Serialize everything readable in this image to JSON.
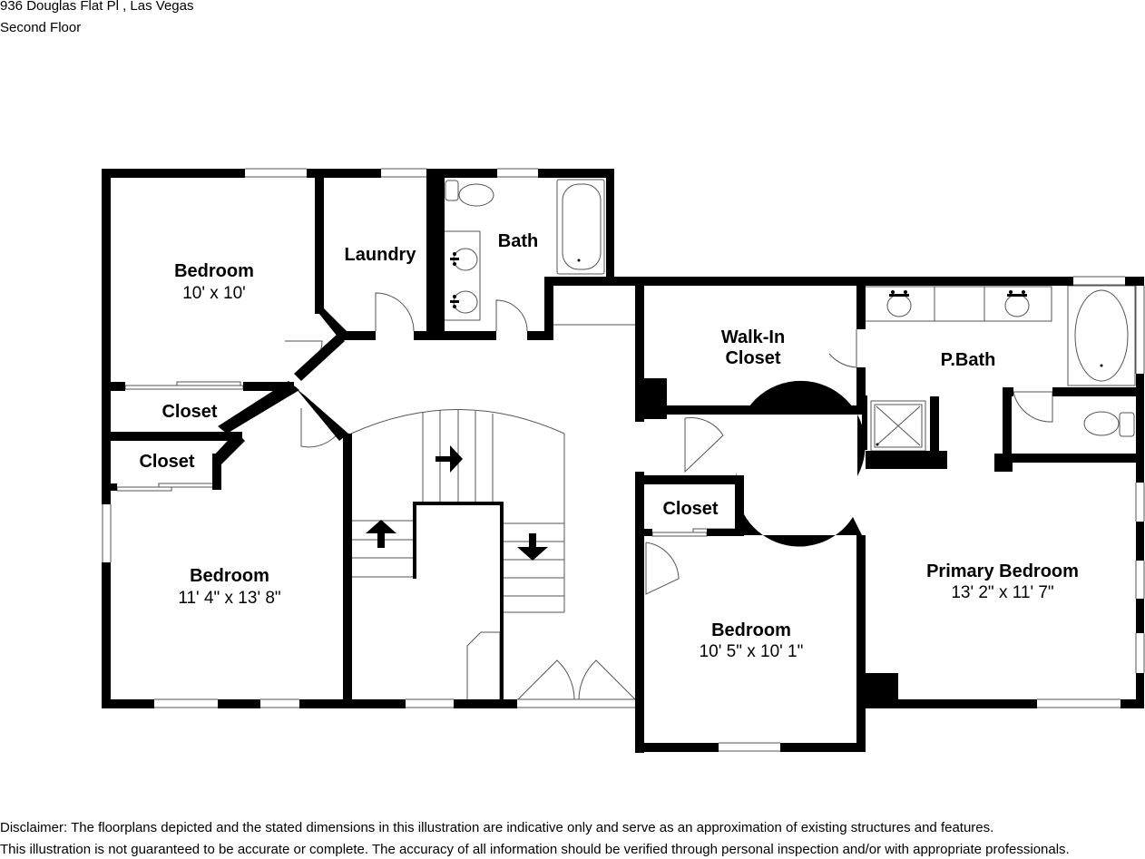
{
  "header": {
    "address": "936 Douglas Flat Pl , Las Vegas",
    "floor": "Second Floor"
  },
  "rooms": [
    {
      "name": "Bedroom",
      "dims": "10' x 10'"
    },
    {
      "name": "Laundry",
      "dims": ""
    },
    {
      "name": "Bath",
      "dims": ""
    },
    {
      "name": "Closet",
      "dims": ""
    },
    {
      "name": "Closet",
      "dims": ""
    },
    {
      "name": "Bedroom",
      "dims": "11' 4\" x 13' 8\""
    },
    {
      "name": "Walk-In",
      "dims": "Closet"
    },
    {
      "name": "P.Bath",
      "dims": ""
    },
    {
      "name": "Closet",
      "dims": ""
    },
    {
      "name": "Primary Bedroom",
      "dims": "13' 2\" x 11' 7\""
    },
    {
      "name": "Bedroom",
      "dims": "10' 5\" x 10' 1\""
    }
  ],
  "disclaimer": {
    "line1": "Disclaimer: The floorplans depicted and the stated dimensions in this illustration are indicative only and serve as an approximation of existing structures and features.",
    "line2": "This illustration is not guaranteed to be accurate or complete. The accuracy of all information should be verified through personal inspection and/or with appropriate professionals."
  },
  "colors": {
    "wall": "#000000",
    "fixture": "#333333",
    "background": "#ffffff"
  }
}
